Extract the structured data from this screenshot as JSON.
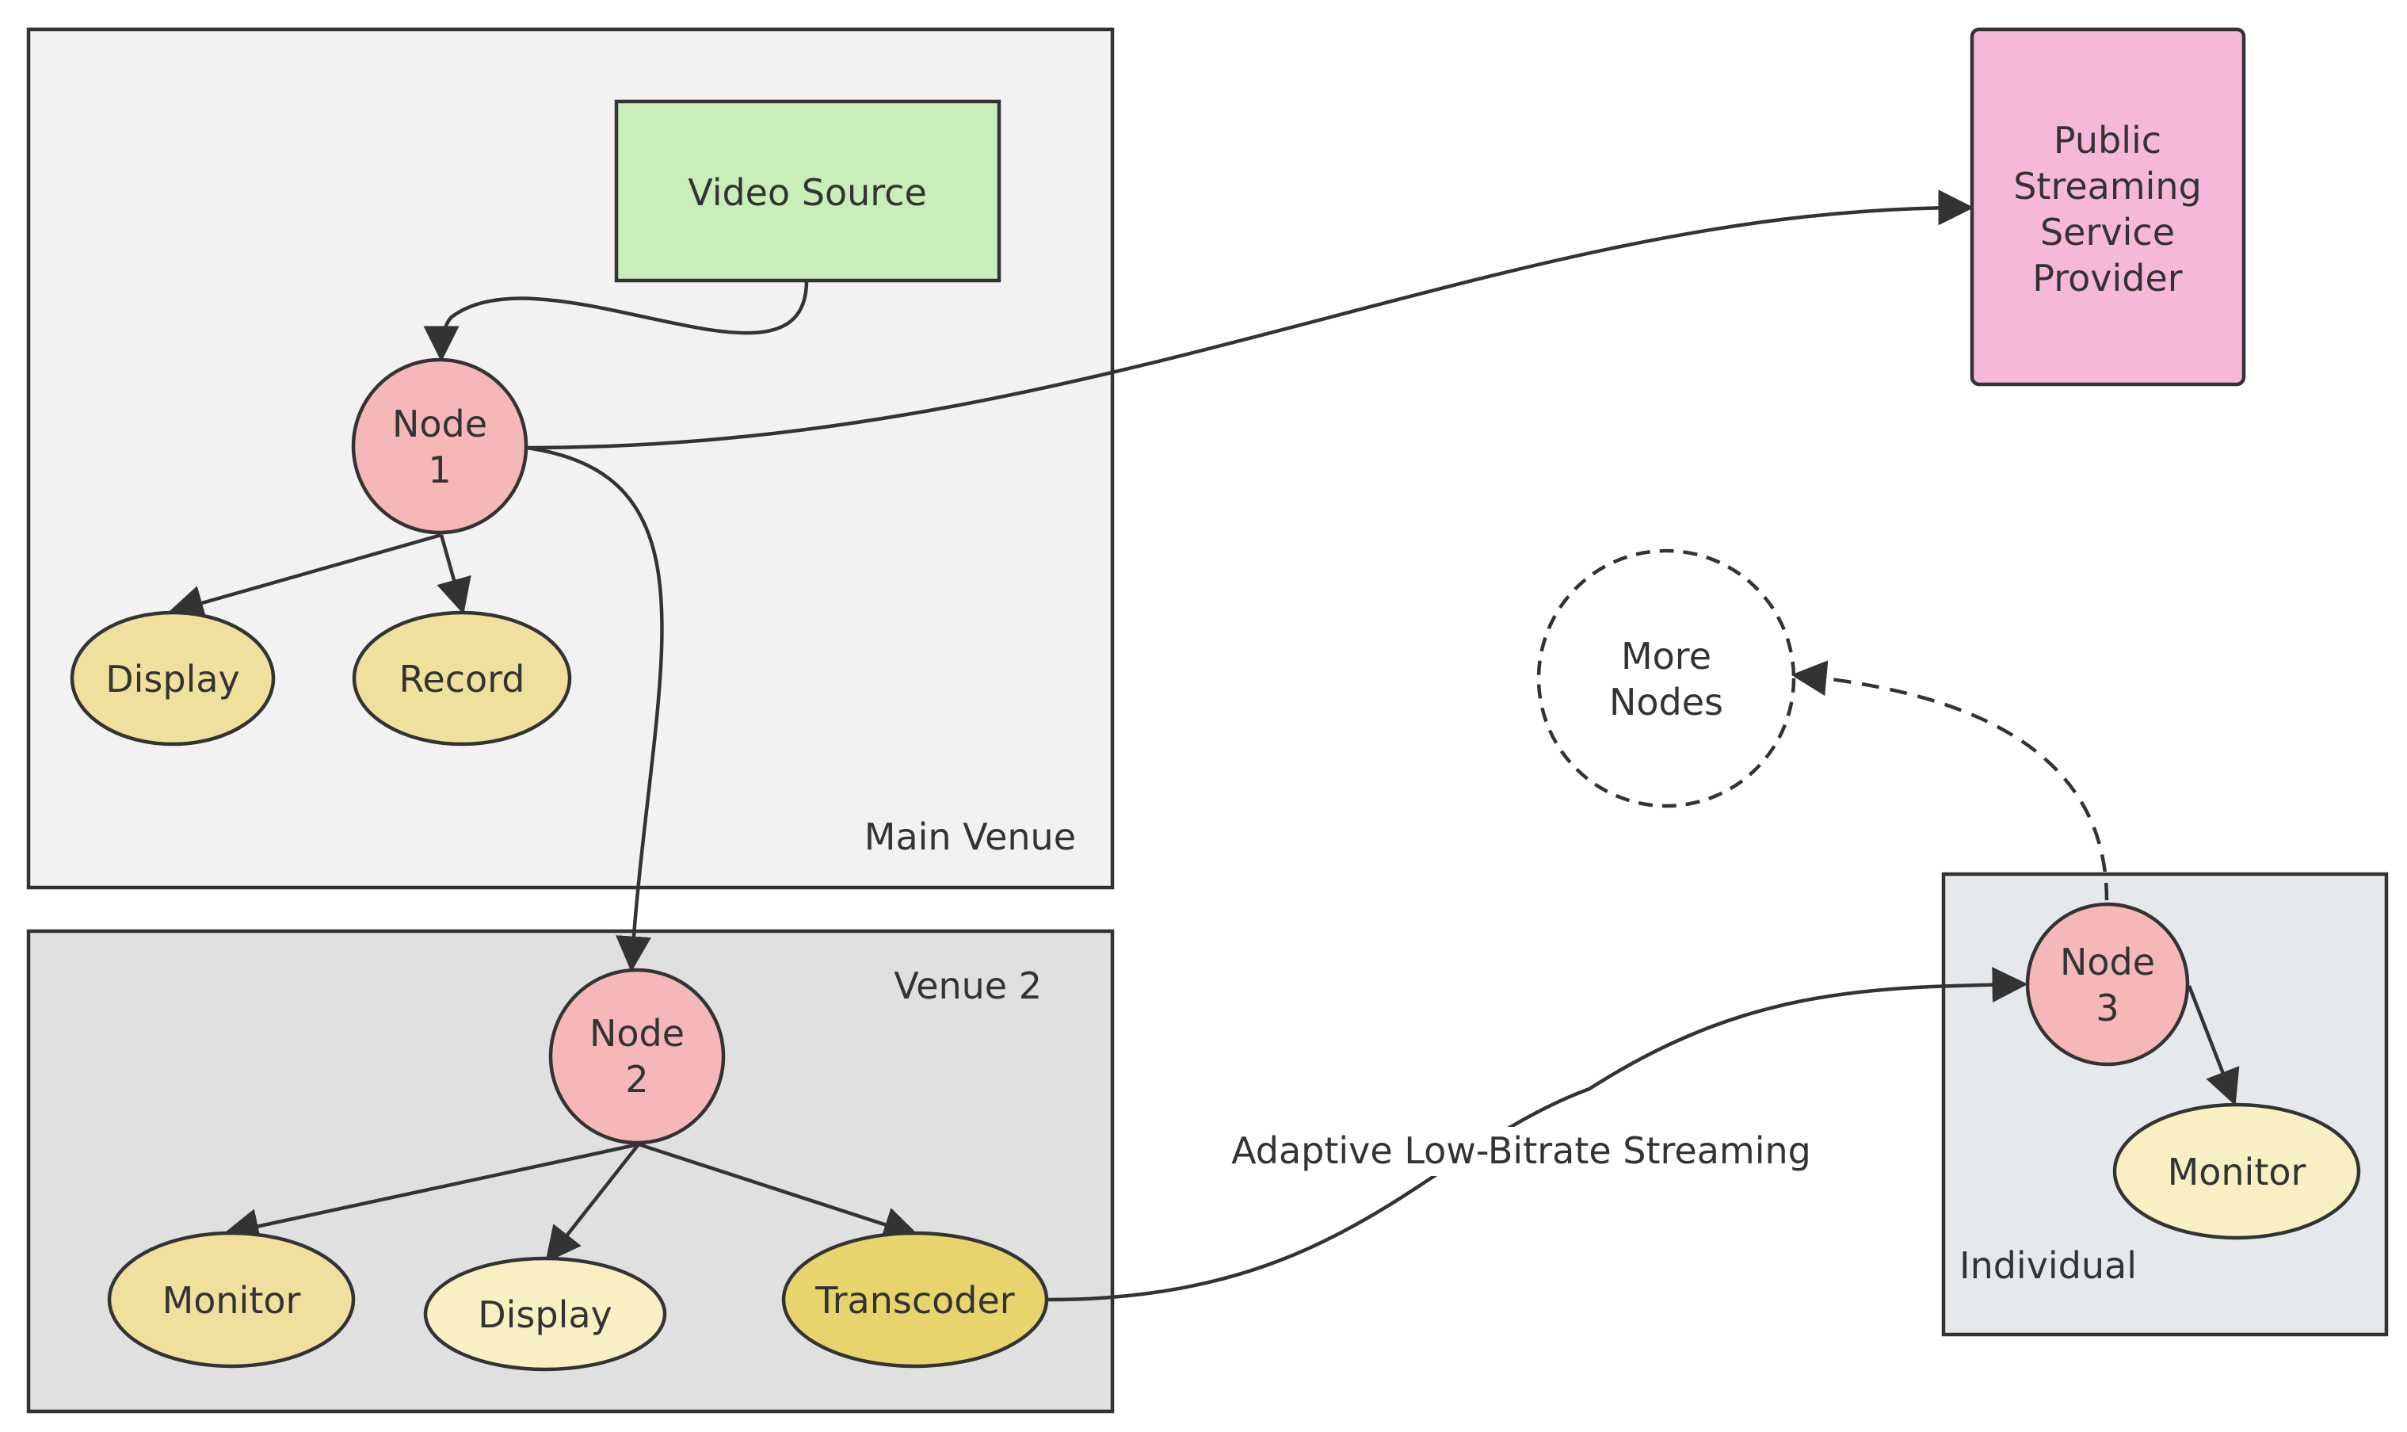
{
  "clusters": {
    "main_venue": {
      "label": "Main Venue",
      "fill": "#f2f2f2"
    },
    "venue_2": {
      "label": "Venue 2",
      "fill": "#e0e0e0"
    },
    "individual": {
      "label": "Individual",
      "fill": "#e6e9ec"
    }
  },
  "nodes": {
    "video_source": {
      "label": "Video Source",
      "fill": "#c9eeb9",
      "shape": "rectangle"
    },
    "node1": {
      "label_lines": [
        "Node",
        "1"
      ],
      "fill": "#f5b7b7",
      "shape": "circle"
    },
    "display1": {
      "label": "Display",
      "fill": "#f0e09e",
      "shape": "ellipse"
    },
    "record": {
      "label": "Record",
      "fill": "#f0e09e",
      "shape": "ellipse"
    },
    "node2": {
      "label_lines": [
        "Node",
        "2"
      ],
      "fill": "#f5b7b7",
      "shape": "circle"
    },
    "monitor2": {
      "label": "Monitor",
      "fill": "#f0e09e",
      "shape": "ellipse"
    },
    "display2": {
      "label": "Display",
      "fill": "#f8efc3",
      "shape": "ellipse"
    },
    "transcoder": {
      "label": "Transcoder",
      "fill": "#e8d46c",
      "shape": "ellipse"
    },
    "public_streaming": {
      "label_lines": [
        "Public",
        "Streaming",
        "Service",
        "Provider"
      ],
      "fill": "#f6b8da",
      "shape": "rounded-rectangle"
    },
    "more_nodes": {
      "label_lines": [
        "More",
        "Nodes"
      ],
      "fill": "#ffffff",
      "shape": "dashed-circle"
    },
    "node3": {
      "label_lines": [
        "Node",
        "3"
      ],
      "fill": "#f5b7b7",
      "shape": "circle"
    },
    "monitor3": {
      "label": "Monitor",
      "fill": "#f8efc3",
      "shape": "ellipse"
    }
  },
  "edges": {
    "transcoder_to_node3": {
      "label": "Adaptive Low-Bitrate Streaming"
    }
  },
  "colors": {
    "stroke": "#333333",
    "text": "#333333"
  }
}
